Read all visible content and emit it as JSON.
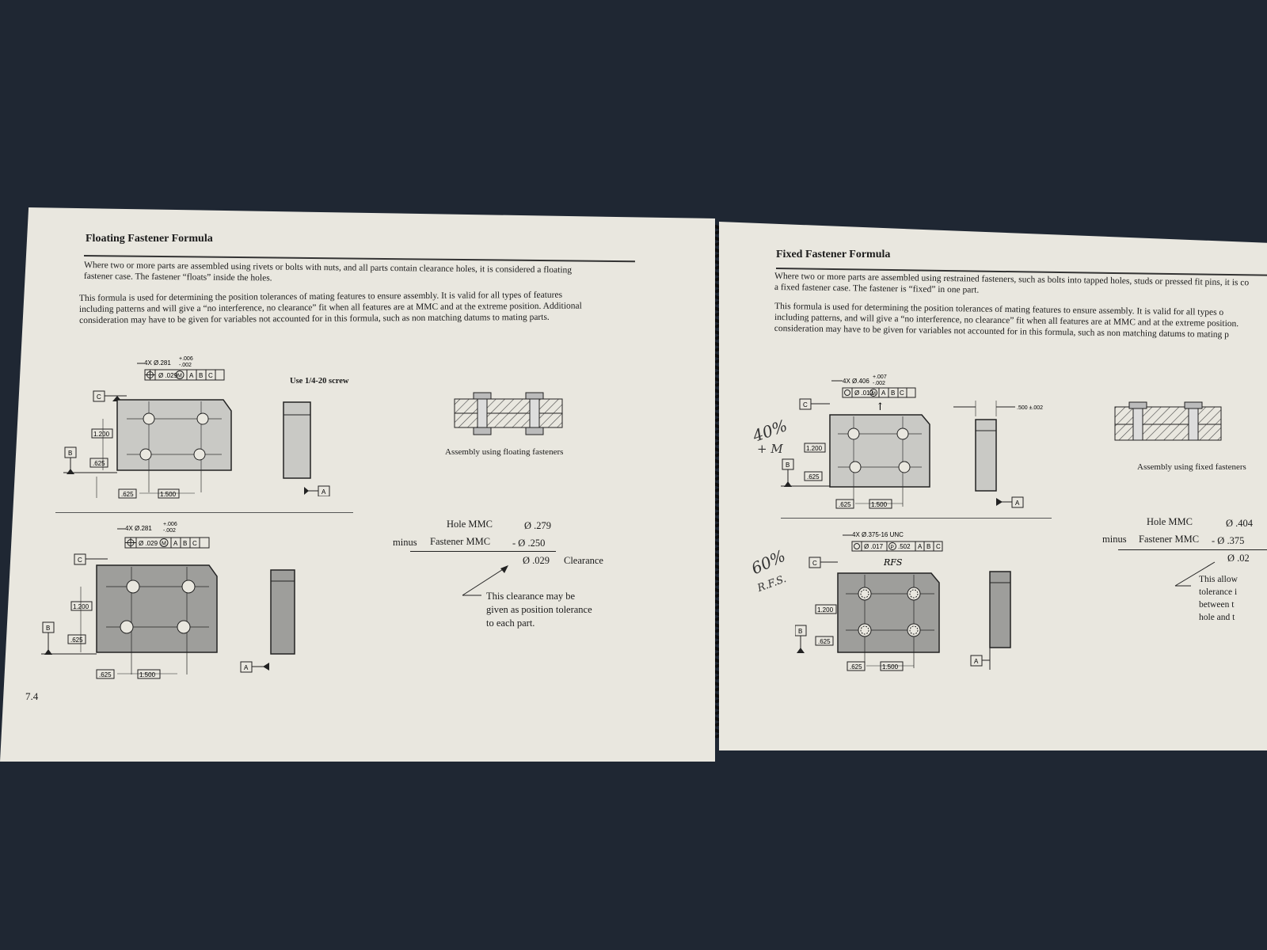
{
  "left_page": {
    "title": "Floating Fastener Formula",
    "intro_line1": "Where two or more parts are assembled using rivets or bolts with nuts, and all parts contain clearance holes, it is considered a floating",
    "intro_line2": "fastener case.  The fastener “floats” inside the holes.",
    "body_line1": "This formula is used for determining the position tolerances of mating features to ensure assembly. It is valid for all types of features",
    "body_line2": "including patterns and will give a “no interference, no clearance” fit when all features are at MMC and at the extreme position. Additional",
    "body_line3": "consideration may have to be given for variables not accounted for in this formula, such as non matching datums to mating parts.",
    "drawing1": {
      "hole_callout": "4X Ø.281",
      "tol_plus": "+.006",
      "tol_minus": "-.002",
      "fcf_tol": "Ø .029",
      "fcf_mod": "M",
      "datums": [
        "A",
        "B",
        "C"
      ],
      "dim_vertical": "1.200",
      "dim_small": ".625",
      "dim_horizontal": "1.500"
    },
    "screw_note": "Use 1/4-20 screw",
    "drawing2": {
      "hole_callout": "4X Ø.281",
      "tol_plus": "+.006",
      "tol_minus": "-.002",
      "fcf_tol": "Ø .029",
      "fcf_mod": "M",
      "datums": [
        "A",
        "B",
        "C"
      ],
      "dim_vertical": "1.200",
      "dim_small": ".625",
      "dim_horizontal": "1.500"
    },
    "assembly_caption": "Assembly using floating fasteners",
    "calc": {
      "row1_label": "Hole MMC",
      "row1_value": "Ø .279",
      "minus_word": "minus",
      "row2_label": "Fastener MMC",
      "row2_value": "- Ø .250",
      "row3_value": "Ø .029",
      "row3_label": "Clearance"
    },
    "clearance_note_1": "This clearance may be",
    "clearance_note_2": "given as position tolerance",
    "clearance_note_3": "to each part.",
    "page_number": "7.4"
  },
  "right_page": {
    "title": "Fixed Fastener Formula",
    "intro_line1": "Where two or more parts are assembled using restrained fasteners, such as bolts into tapped holes, studs or pressed fit pins, it is co",
    "intro_line2": "a fixed fastener case.  The fastener is “fixed” in one part.",
    "body_line1": "This formula is used for determining the position tolerances of mating features to ensure assembly. It is valid for all types o",
    "body_line2": "including patterns, and will give a “no interference, no clearance” fit when all features are at MMC and at the extreme position.",
    "body_line3": "consideration may have to be given for variables not accounted for in this formula, such as non matching datums to mating p",
    "drawing1": {
      "hole_callout": "4X Ø.406",
      "tol_plus": "+.007",
      "tol_minus": "-.002",
      "fcf_tol": "Ø .012",
      "fcf_mod": "M",
      "datums": [
        "A",
        "B",
        "C"
      ],
      "dim_vertical": "1.200",
      "dim_small": ".625",
      "dim_horizontal": "1.500",
      "pin_dim": ".500 ±.002"
    },
    "drawing2": {
      "hole_callout": "4X Ø.375-16 UNC",
      "fcf_tol": "Ø .017",
      "fcf_mod": "P",
      "fcf_proj": ".502",
      "datums": [
        "A",
        "B",
        "C"
      ],
      "dim_vertical": "1.200",
      "dim_small": ".625",
      "dim_horizontal": "1.500"
    },
    "assembly_caption": "Assembly using fixed fasteners",
    "calc": {
      "row1_label": "Hole MMC",
      "row1_value": "Ø .404",
      "minus_word": "minus",
      "row2_label": "Fastener MMC",
      "row2_value": "- Ø .375",
      "row3_value": "Ø .02"
    },
    "allow_note_1": "This allow",
    "allow_note_2": "tolerance i",
    "allow_note_3": "between t",
    "allow_note_4": "hole and t",
    "handwriting": {
      "note1_line1": "40%",
      "note1_line2": "+ M",
      "note2_line1": "60%",
      "note2_line2": "R.F.S.",
      "arrow_note": "RFS"
    }
  }
}
